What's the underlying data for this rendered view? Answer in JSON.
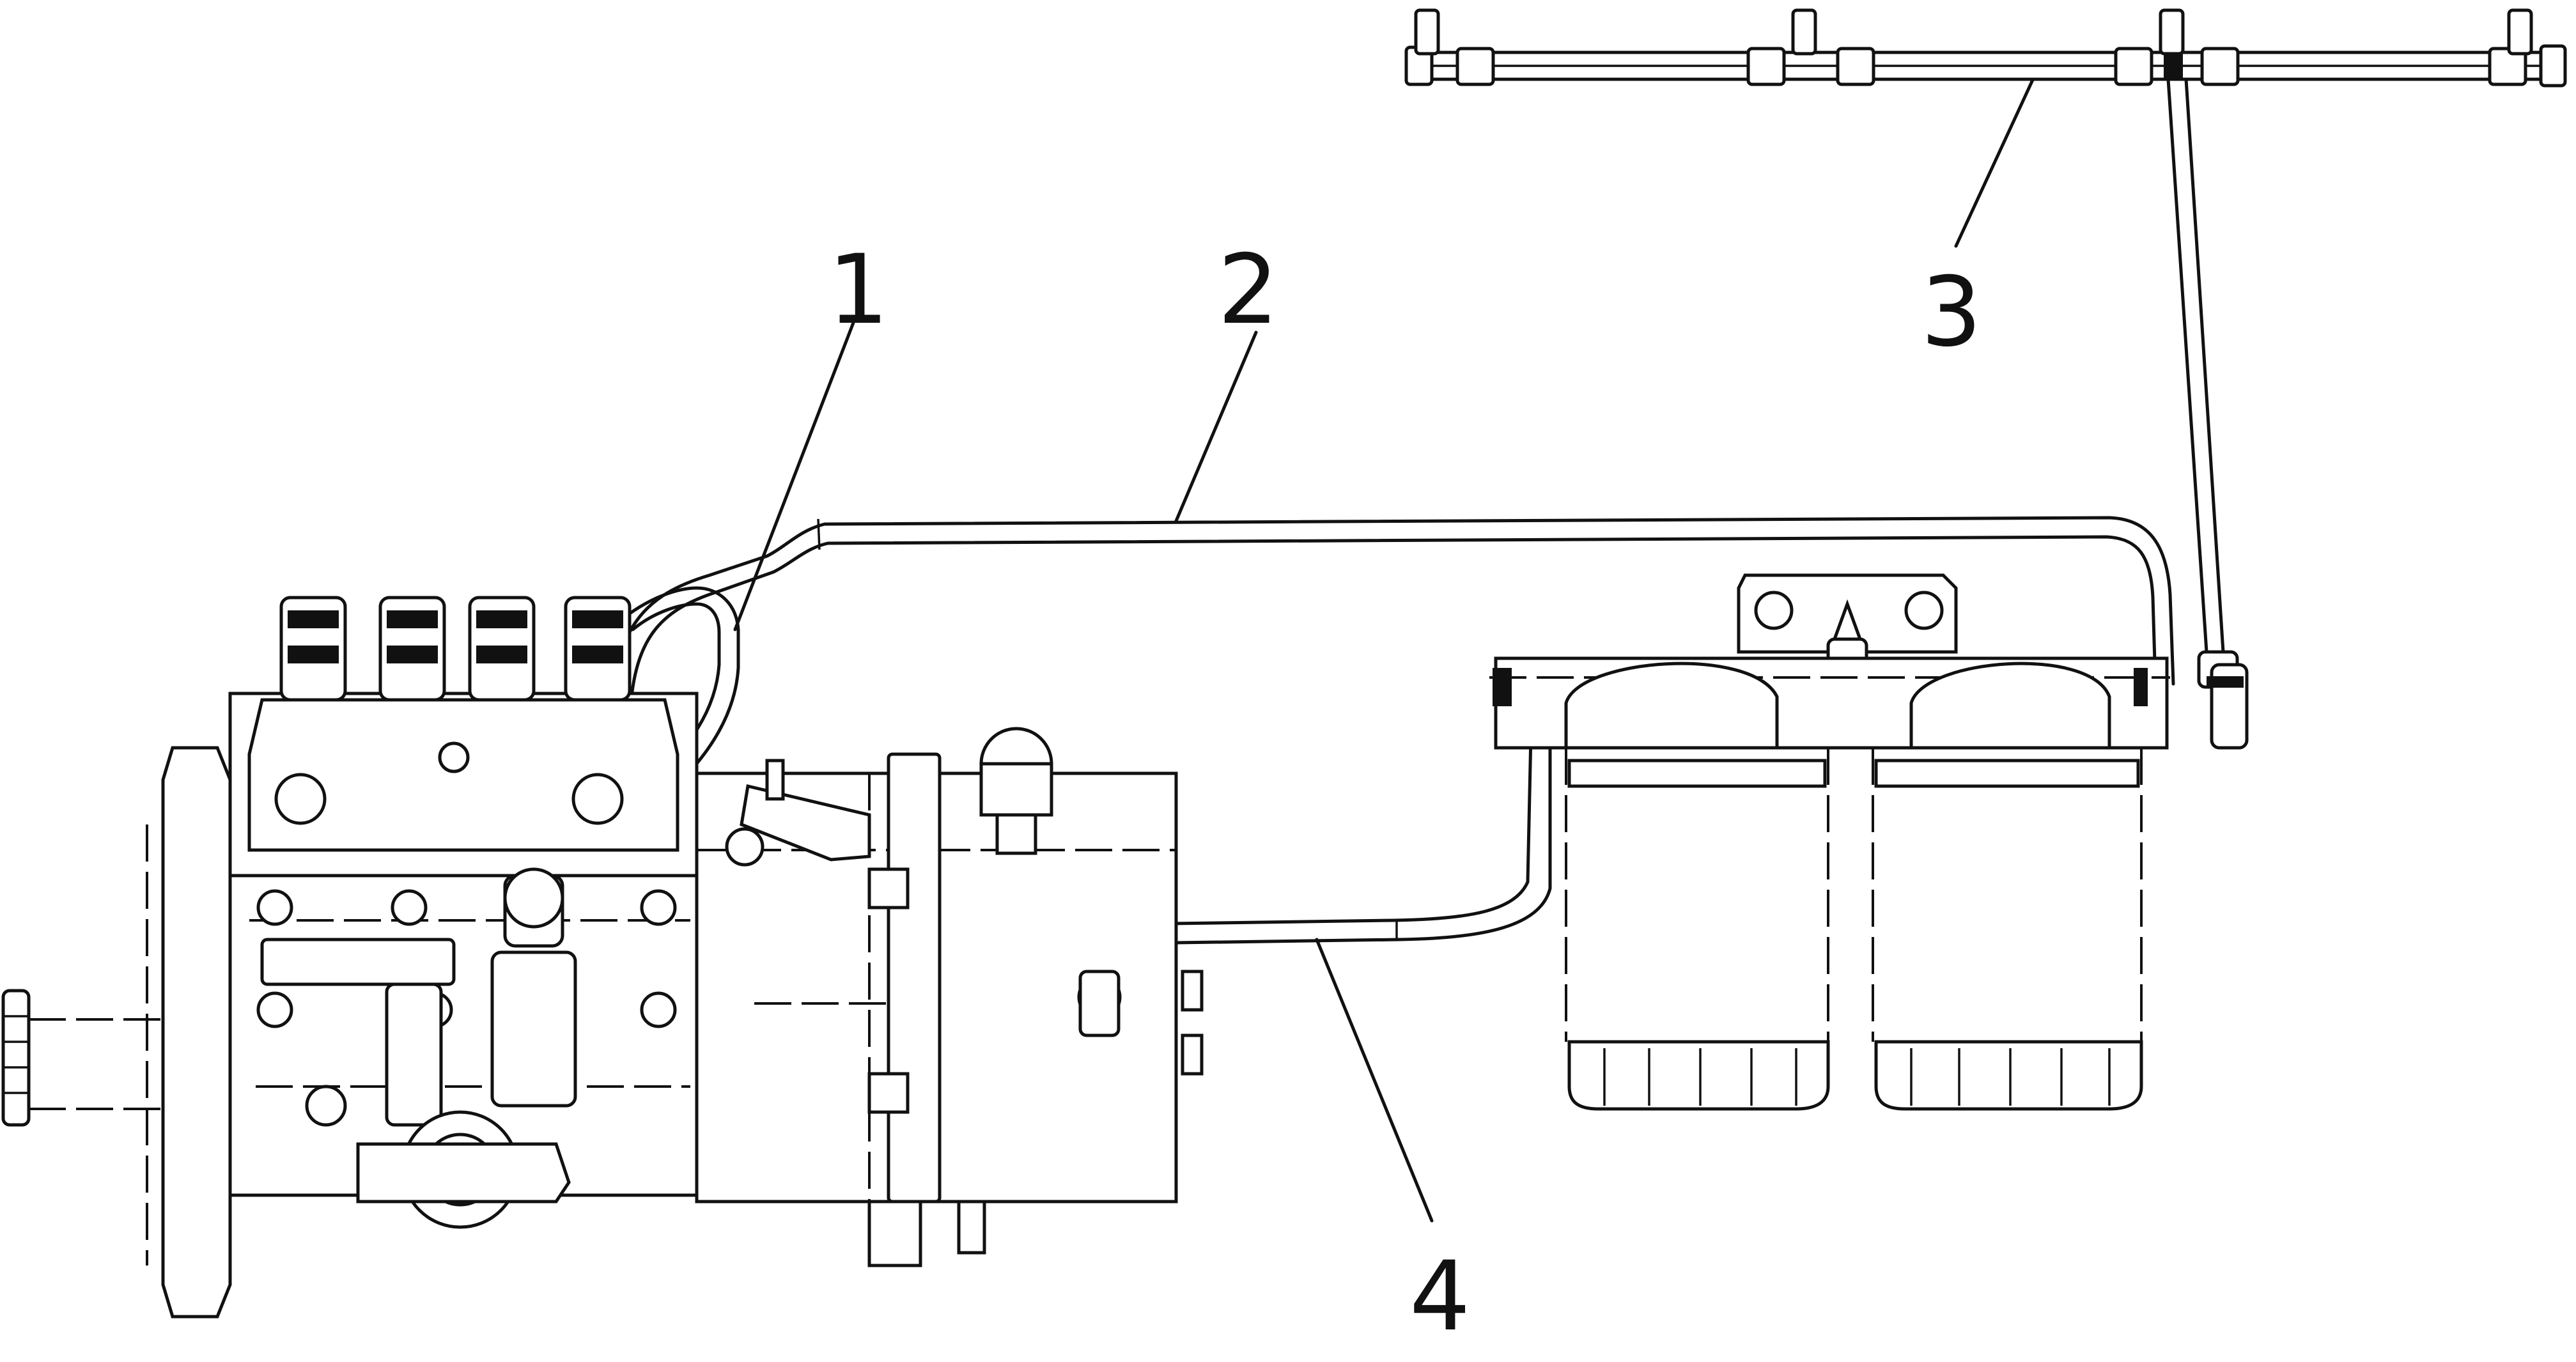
{
  "diagram": {
    "callouts": [
      {
        "id": 1,
        "label": "1"
      },
      {
        "id": 2,
        "label": "2"
      },
      {
        "id": 3,
        "label": "3"
      },
      {
        "id": 4,
        "label": "4"
      }
    ],
    "colors": {
      "line": "#111111",
      "background": "#ffffff"
    },
    "components": [
      "injection-pump",
      "fuel-filter-assembly",
      "return-manifold",
      "fuel-pipe-1",
      "fuel-pipe-2",
      "fuel-pipe-4"
    ]
  }
}
